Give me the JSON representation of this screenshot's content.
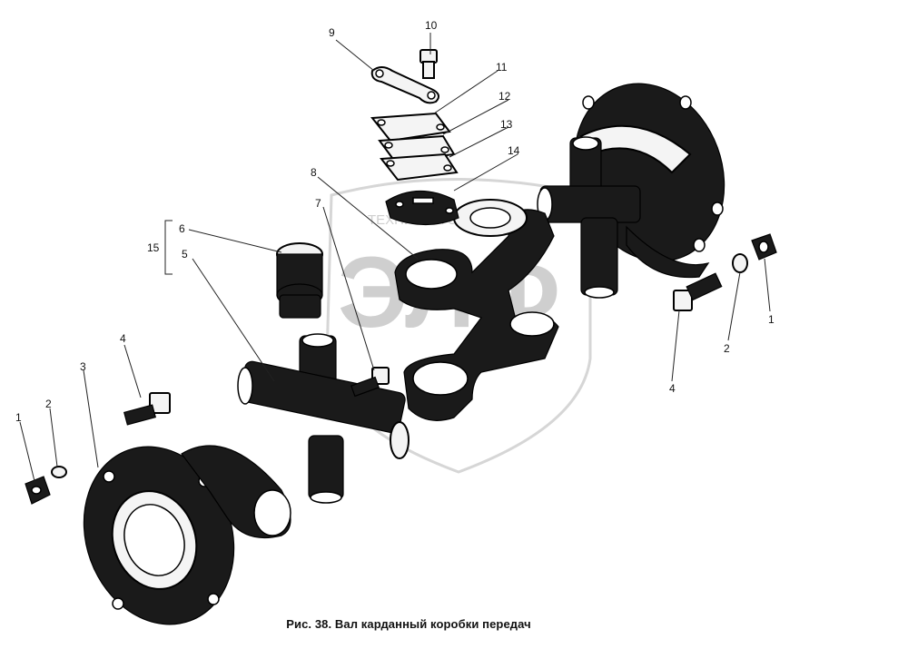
{
  "figure": {
    "caption": "Рис. 38. Вал карданный коробки передач"
  },
  "watermark": {
    "brand_top": "ТЕХНИКА И ЗАПЧАСТИ",
    "brand_big": "ЭЛФ"
  },
  "callouts": [
    {
      "id": "c10",
      "label": "10"
    },
    {
      "id": "c9",
      "label": "9"
    },
    {
      "id": "c11",
      "label": "11"
    },
    {
      "id": "c12",
      "label": "12"
    },
    {
      "id": "c13",
      "label": "13"
    },
    {
      "id": "c14",
      "label": "14"
    },
    {
      "id": "c8",
      "label": "8"
    },
    {
      "id": "c7",
      "label": "7"
    },
    {
      "id": "c6",
      "label": "6"
    },
    {
      "id": "c15",
      "label": "15"
    },
    {
      "id": "c5",
      "label": "5"
    },
    {
      "id": "c4l",
      "label": "4"
    },
    {
      "id": "c3",
      "label": "3"
    },
    {
      "id": "c2l",
      "label": "2"
    },
    {
      "id": "c1l",
      "label": "1"
    },
    {
      "id": "c1r",
      "label": "1"
    },
    {
      "id": "c2r",
      "label": "2"
    },
    {
      "id": "c4r",
      "label": "4"
    }
  ]
}
